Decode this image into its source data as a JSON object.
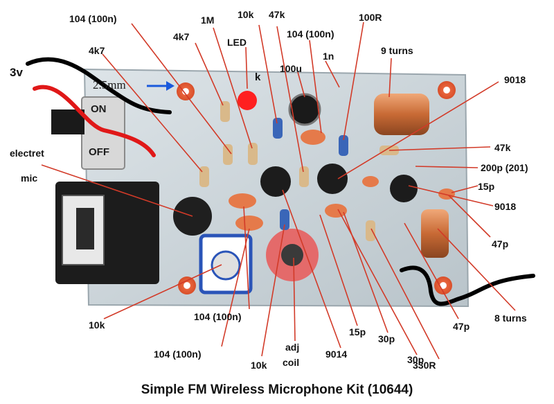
{
  "caption": "Simple FM Wireless Microphone Kit (10644)",
  "annotations": {
    "c104_top_left": "104 (100n)",
    "r4k7_left": "4k7",
    "r4k7_center": "4k7",
    "r1M": "1M",
    "led": "LED",
    "r10k_top": "10k",
    "r47k_top": "47k",
    "c104_top_right": "104 (100n)",
    "r100R": "100R",
    "c100u": "100u",
    "c1n": "1n",
    "coil_9turns": "9 turns",
    "t9018_top": "9018",
    "r47k_right": "47k",
    "c200p": "200p (201)",
    "c15p_right": "15p",
    "t9018_right": "9018",
    "c47p_right": "47p",
    "coil_8turns": "8 turns",
    "c47p_bottom": "47p",
    "r330R": "330R",
    "c30p_bottom": "30p",
    "c30p_mid": "30p",
    "c15p_bottom": "15p",
    "t9014": "9014",
    "adj_coil_l1": "adj",
    "adj_coil_l2": "coil",
    "r10k_bottom": "10k",
    "c104_bottom_left": "104 (100n)",
    "c104_bottom_center": "104 (100n)",
    "pot10k": "10k",
    "electret_l1": "electret",
    "electret_l2": "mic",
    "voltage": "3v",
    "switch_on": "ON",
    "switch_off": "OFF",
    "led_k": "k",
    "dim_25mm": "2.5mm"
  },
  "colors": {
    "pcb": "#c8d2d7",
    "copper_pad": "#e8643c",
    "leader_line": "#d23a28",
    "wire_black": "#000000",
    "wire_red": "#e01818",
    "arrow_blue": "#1a5adc"
  }
}
